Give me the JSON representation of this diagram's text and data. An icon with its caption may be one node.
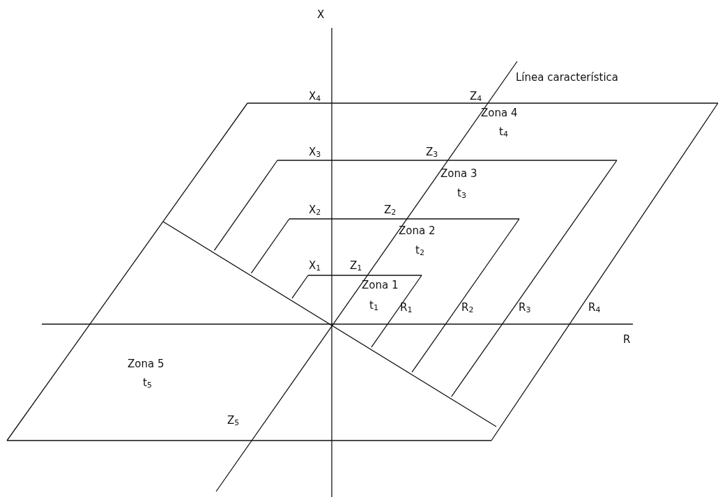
{
  "diagram": {
    "labels": [
      "X",
      "Línea característica",
      "X$_{4}$",
      "Z$_{4}$",
      "Zona 4",
      "t$_{4}$",
      "X$_{3}$",
      "Z$_{3}$",
      "Zona 3",
      "t$_{3}$",
      "X$_{2}$",
      "Z$_{2}$",
      "Zona 2",
      "t$_{2}$",
      "X$_{1}$",
      "Z$_{1}$",
      "Zona 1",
      "t$_{1}$",
      "R$_{1}$",
      "R$_{2}$",
      "R$_{3}$",
      "R$_{4}$",
      "R",
      "Zona 5",
      "t$_{5}$",
      "Z$_{5}$"
    ]
  }
}
